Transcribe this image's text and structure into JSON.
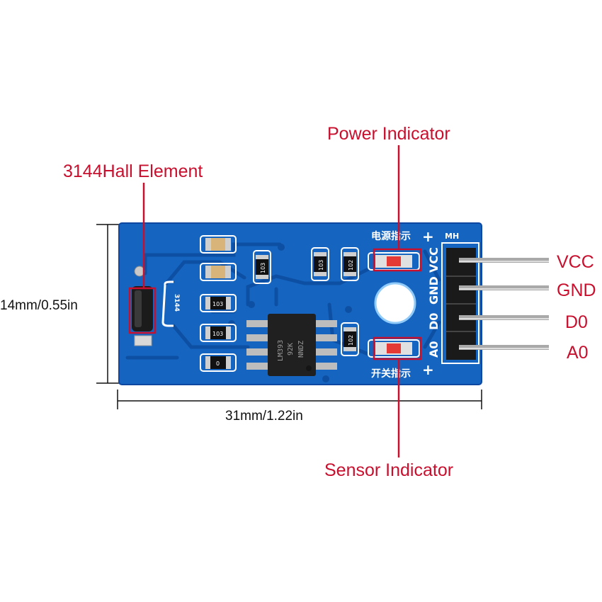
{
  "callouts": {
    "hall": "3144Hall Element",
    "power": "Power Indicator",
    "sensor": "Sensor Indicator"
  },
  "pins": [
    "VCC",
    "GND",
    "D0",
    "A0"
  ],
  "dimensions": {
    "height": "14mm/0.55in",
    "width": "31mm/1.22in"
  },
  "board": {
    "header_label": "MH",
    "power_led_label": "电源指示",
    "sensor_led_label": "开关指示",
    "plus_top": "+",
    "plus_bottom": "+",
    "hall_marking": "3144",
    "chip_line1": "LM393",
    "chip_line2": "92K",
    "chip_line3": "NNDZ",
    "r1": "103",
    "r2": "103",
    "r3": "102",
    "r4": "103",
    "r5": "103",
    "r6": "102",
    "pot": "0"
  },
  "colors": {
    "pcb": "#1565c0",
    "trace": "#0d4fa3",
    "callout": "#c8102e",
    "led": "#e53935"
  }
}
